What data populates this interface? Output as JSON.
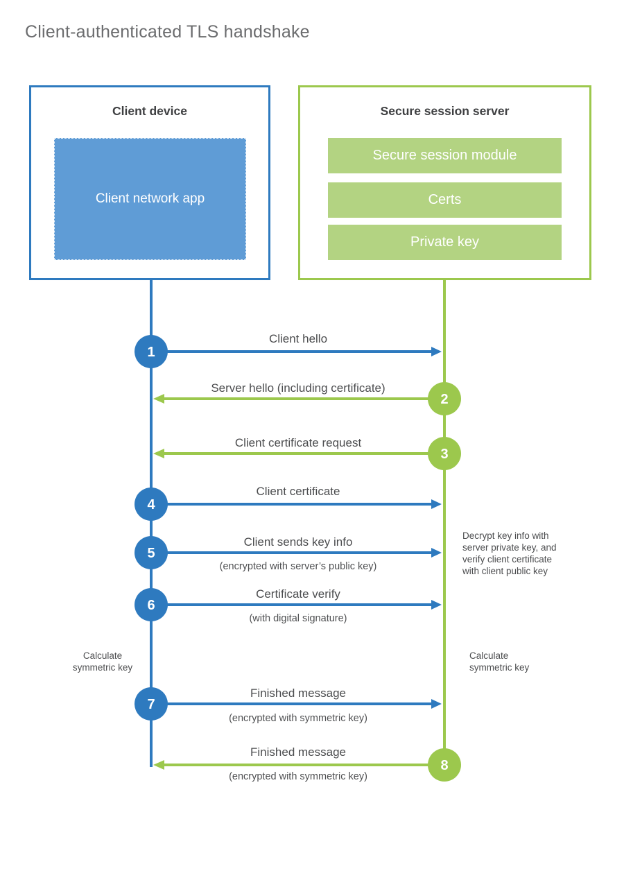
{
  "title": "Client-authenticated TLS handshake",
  "colors": {
    "blue": "#2e7abf",
    "blue_fill": "#5f9cd6",
    "green": "#9cc84d",
    "green_fill": "#b3d382",
    "text_dark": "#3f4042",
    "text_label": "#4b4c4e",
    "white": "#ffffff"
  },
  "client_box": {
    "title": "Client device",
    "app_label": "Client network app"
  },
  "server_box": {
    "title": "Secure session server",
    "modules": [
      "Secure session module",
      "Certs",
      "Private key"
    ]
  },
  "steps": [
    {
      "num": "1",
      "from": "client",
      "to": "server",
      "label": "Client hello"
    },
    {
      "num": "2",
      "from": "server",
      "to": "client",
      "label": "Server hello (including certificate)"
    },
    {
      "num": "3",
      "from": "server",
      "to": "client",
      "label": "Client certificate request"
    },
    {
      "num": "4",
      "from": "client",
      "to": "server",
      "label": "Client certificate"
    },
    {
      "num": "5",
      "from": "client",
      "to": "server",
      "label": "Client sends key info",
      "sublabel": "(encrypted with server’s public key)"
    },
    {
      "num": "6",
      "from": "client",
      "to": "server",
      "label": "Certificate verify",
      "sublabel": "(with digital signature)"
    },
    {
      "num": "7",
      "from": "client",
      "to": "server",
      "label": "Finished message",
      "sublabel": "(encrypted with symmetric key)"
    },
    {
      "num": "8",
      "from": "server",
      "to": "client",
      "label": "Finished message",
      "sublabel": "(encrypted with symmetric key)"
    }
  ],
  "notes": {
    "decrypt": "Decrypt key info with\nserver private key, and\nverify client certificate\nwith client public key",
    "calc_left": "Calculate\nsymmetric key",
    "calc_right": "Calculate\nsymmetric key"
  }
}
